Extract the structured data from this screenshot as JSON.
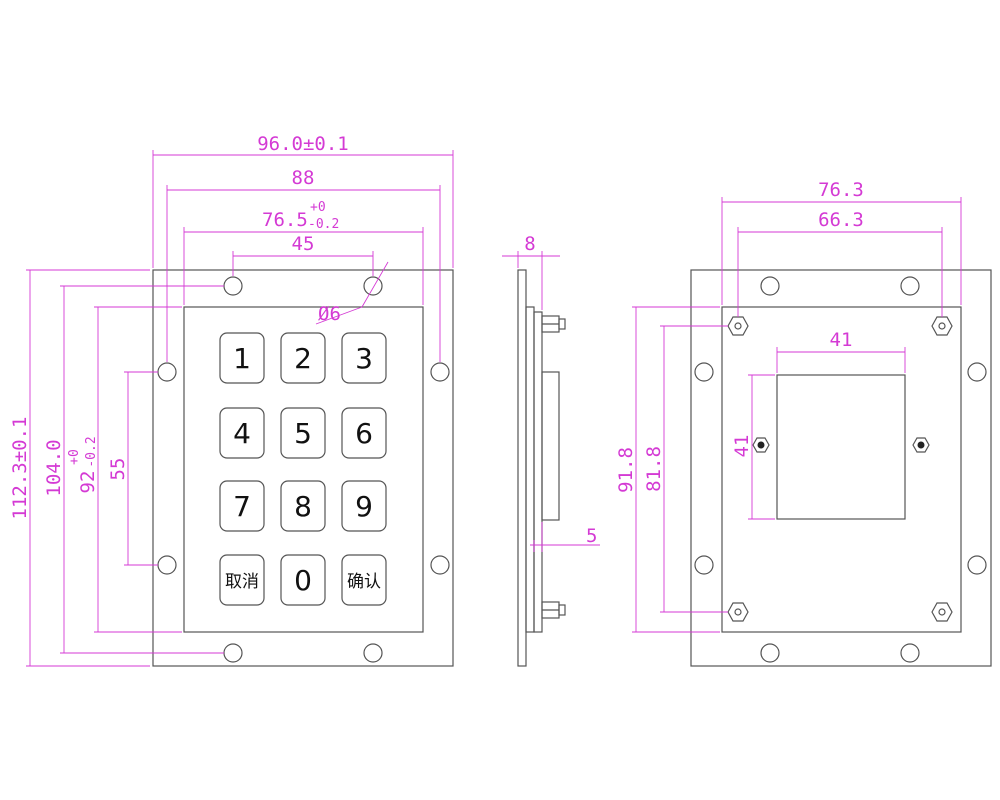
{
  "colors": {
    "outline": "#555555",
    "dimension": "#d43ad4",
    "key_text": "#111111",
    "background": "#ffffff"
  },
  "front_view": {
    "dimensions": {
      "overall_width": "96.0±0.1",
      "hole_spacing_width": "88",
      "panel_width_base": "76.5",
      "panel_width_tol_upper": "+0",
      "panel_width_tol_lower": "-0.2",
      "top_hole_spacing": "45",
      "hole_diameter": "Ø6",
      "overall_height": "112.3±0.1",
      "hole_spacing_height": "104.0",
      "panel_height_base": "92",
      "panel_height_tol_upper": "+0",
      "panel_height_tol_lower": "-0.2",
      "side_hole_spacing": "55"
    },
    "keys": [
      {
        "label": "1"
      },
      {
        "label": "2"
      },
      {
        "label": "3"
      },
      {
        "label": "4"
      },
      {
        "label": "5"
      },
      {
        "label": "6"
      },
      {
        "label": "7"
      },
      {
        "label": "8"
      },
      {
        "label": "9"
      },
      {
        "label": "取消"
      },
      {
        "label": "0"
      },
      {
        "label": "确认"
      }
    ]
  },
  "side_view": {
    "dimensions": {
      "thickness": "8",
      "stud_length": "5"
    }
  },
  "back_view": {
    "dimensions": {
      "stud_spacing_width": "76.3",
      "inner_width": "66.3",
      "module_width": "41",
      "module_height": "41",
      "stud_spacing_height": "91.8",
      "inner_height": "81.8"
    }
  }
}
